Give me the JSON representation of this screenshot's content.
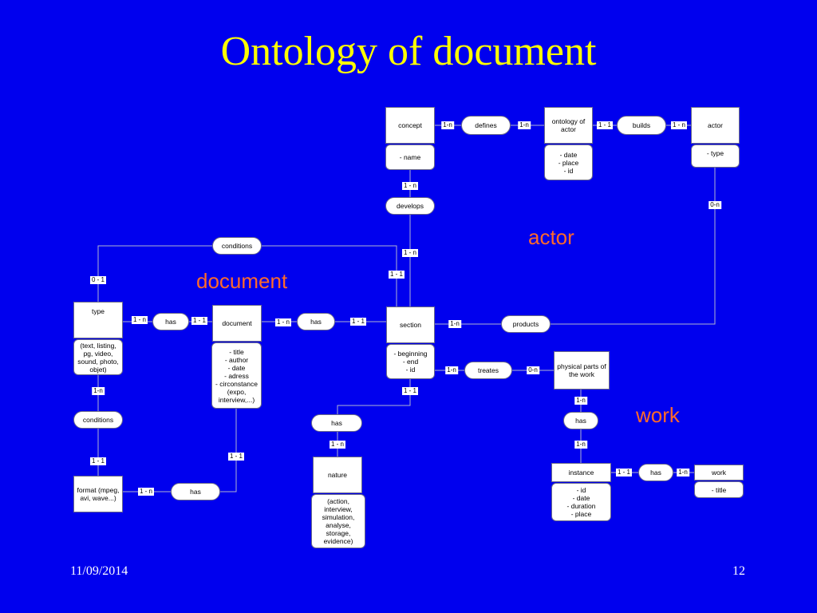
{
  "slide": {
    "title": "Ontology of document",
    "date": "11/09/2014",
    "page_number": "12"
  },
  "section_labels": {
    "actor": "actor",
    "document": "document",
    "work": "work"
  },
  "colors": {
    "background": "#0000ee",
    "title": "#ffff00",
    "section_label": "#ff6a2a",
    "line": "#b0b4d0"
  },
  "entities": {
    "concept": "concept",
    "ontology_of_actor": "ontology of actor",
    "actor": "actor",
    "type": "type",
    "document": "document",
    "section": "section",
    "physical_parts": "physical parts of the work",
    "format": "format (mpeg, avi, wave...)",
    "nature": "nature",
    "instance": "instance",
    "work": "work"
  },
  "attributes": {
    "concept": "- name",
    "ontology_of_actor": "- date\n- place\n- id",
    "actor": "- type",
    "type": "(text, listing, pg, video, sound, photo, objet)",
    "document": "- title\n- author\n- date\n- adress\n- circonstance (expo, interview,...)",
    "section": "- beginning\n- end\n- id",
    "nature": "(action, interview, simulation, analyse, storage, evidence)",
    "instance": "- id\n- date\n- duration\n- place",
    "work": "- title"
  },
  "relations": {
    "defines": "defines",
    "builds": "builds",
    "develops": "develops",
    "conditions_top": "conditions",
    "has_type_doc": "has",
    "has_doc_section": "has",
    "products": "products",
    "treates": "treates",
    "conditions_type": "conditions",
    "has_format": "has",
    "has_nature": "has",
    "has_physical": "has",
    "has_instance_work": "has"
  },
  "cardinalities": {
    "concept_defines": "1-n",
    "defines_ontology": "1-n",
    "ontology_builds": "1 - 1",
    "builds_actor": "1 - n",
    "concept_develops": "1 - n",
    "develops_section": "1 - n",
    "conditions_section": "1 - 1",
    "actor_products": "0-n",
    "conditions_type": "0 - 1",
    "type_has": "1 - n",
    "has_document": "1 - 1",
    "document_has": "1 - n",
    "has_section": "1 - 1",
    "section_products": "1-n",
    "section_treates": "1-n",
    "treates_physical": "0-n",
    "type_conditions": "1-n",
    "conditions_format": "1 - 1",
    "format_has": "1 - n",
    "has_document_bottom": "1 - 1",
    "section_has_nature": "1 - 1",
    "has_nature": "1 - n",
    "physical_has": "1-n",
    "has_instance": "1-n",
    "instance_has": "1 - 1",
    "has_work": "1-n"
  }
}
